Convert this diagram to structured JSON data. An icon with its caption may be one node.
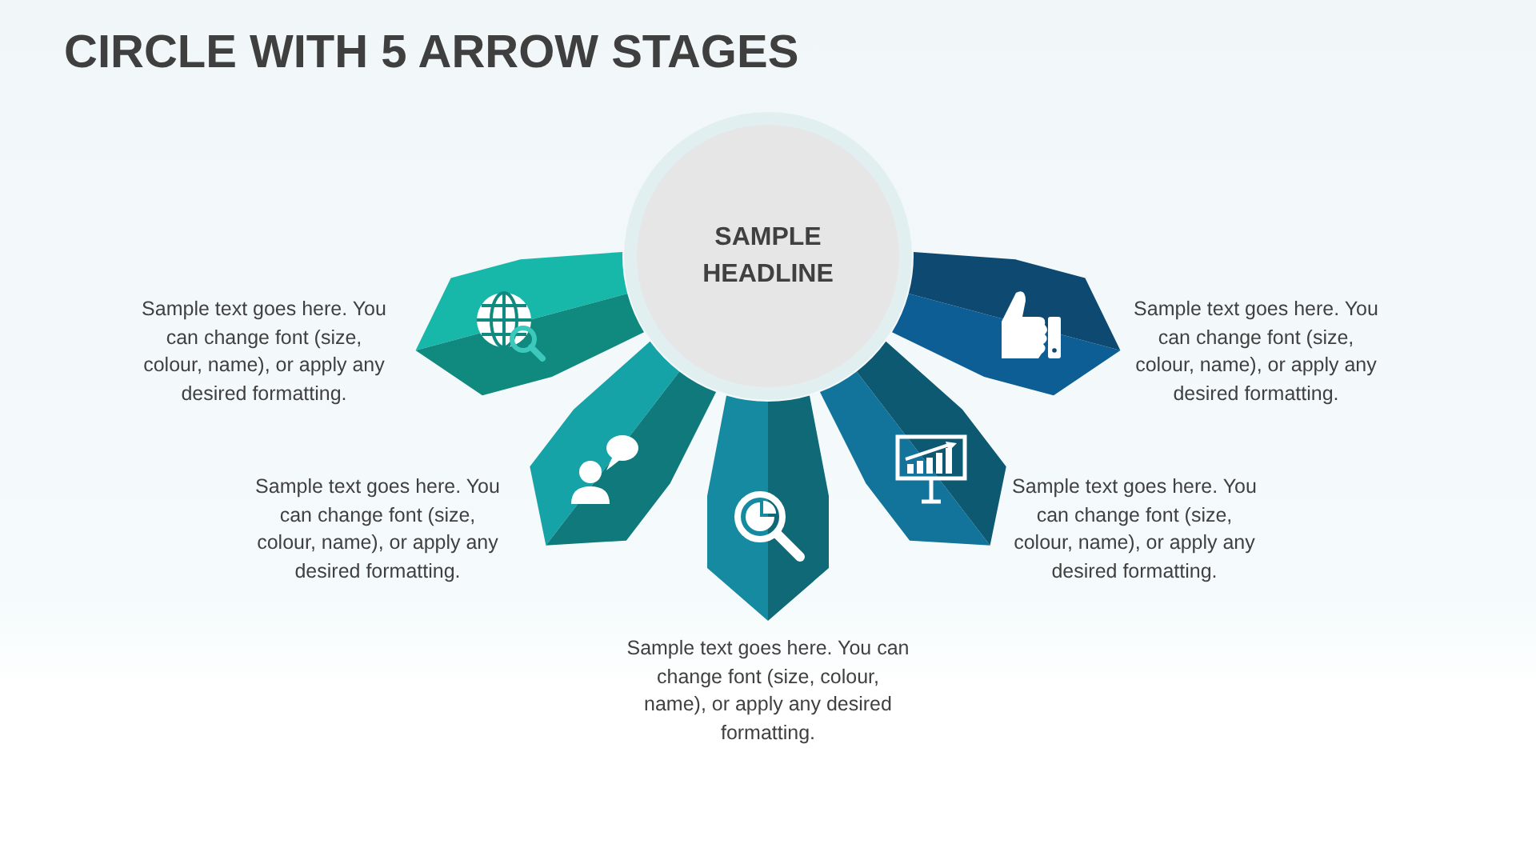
{
  "diagram": {
    "title": "CIRCLE WITH 5 ARROW STAGES",
    "nodes": [
      {
        "text": [
          "SAMPLE HEADLINE"
        ]
      },
      {
        "text": [],
        "shape": "arrow",
        "beside": [
          "Sample text goes here. You can change font (size, colour, name), or apply any desired formatting."
        ]
      },
      {
        "text": [],
        "shape": "arrow",
        "beside": [
          "Sample text goes here. You can change font (size, colour, name), or apply any desired formatting."
        ]
      },
      {
        "text": [],
        "shape": "arrow",
        "beside": [
          "Sample text goes here. You can change font (size, colour, name), or apply any desired formatting."
        ]
      },
      {
        "text": [],
        "shape": "arrow",
        "beside": [
          "Sample text goes here. You can change font (size, colour, name), or apply any desired formatting."
        ]
      },
      {
        "text": [],
        "shape": "arrow",
        "beside": [
          "Sample text goes here. You can change font (size, colour, name), or apply any desired formatting."
        ]
      }
    ]
  }
}
